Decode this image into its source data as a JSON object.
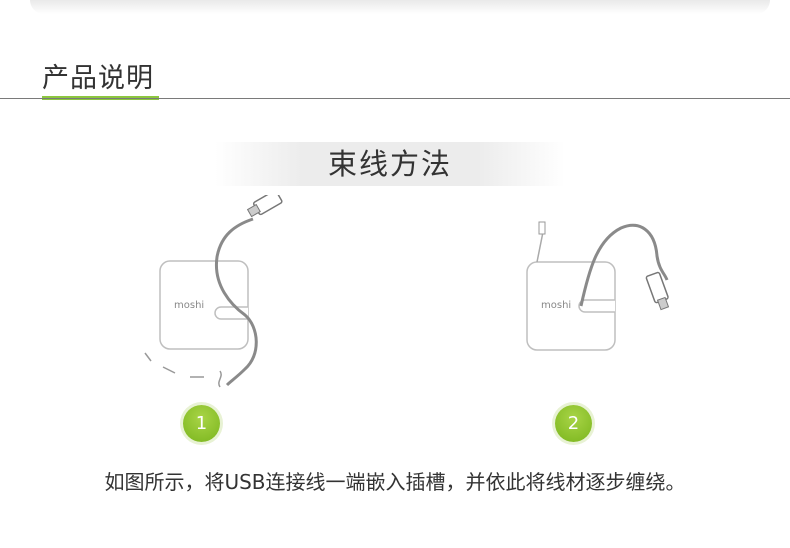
{
  "section": {
    "title": "产品说明"
  },
  "banner": {
    "title": "束线方法"
  },
  "steps": [
    {
      "number": "1",
      "logo_text": "moshi"
    },
    {
      "number": "2",
      "logo_text": "moshi"
    }
  ],
  "caption": "如图所示，将USB连接线一端嵌入插槽，并依此将线材逐步缠绕。",
  "colors": {
    "accent": "#8cc63f",
    "rule": "#7a7a7a",
    "cable": "#8a8a8a"
  }
}
